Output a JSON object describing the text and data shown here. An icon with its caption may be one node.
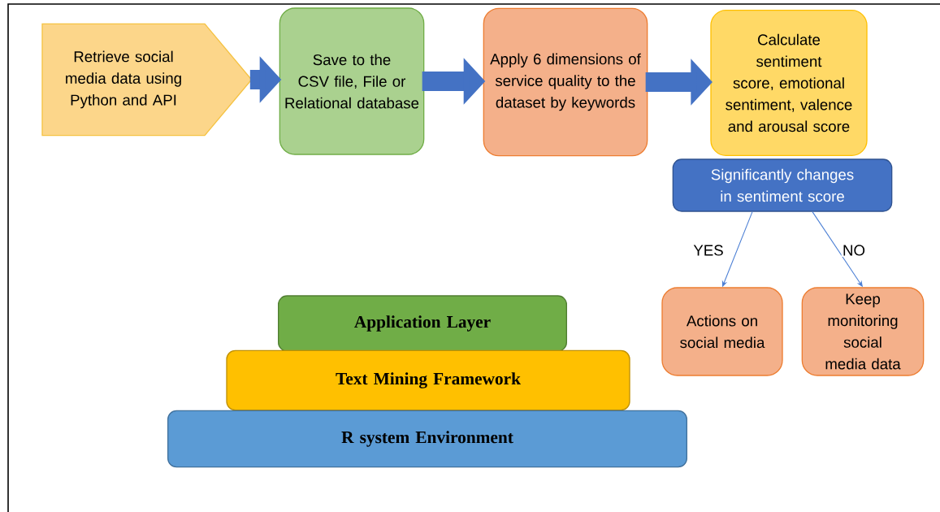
{
  "diagram": {
    "nodes": [
      {
        "text": [
          "Retrieve social media data using Python and API"
        ]
      },
      {
        "text": [
          "Save to the CSV file, File or Relational database"
        ]
      },
      {
        "text": [
          "Apply 6 dimensions of service quality to the dataset by keywords"
        ]
      },
      {
        "text": [
          "Calculate sentiment score, emotional sentiment, valence and arousal score"
        ]
      },
      {
        "text": [
          "Significantly changes in sentiment score"
        ]
      },
      {
        "text": [
          "Actions on social media"
        ]
      },
      {
        "text": [
          "Keep monitoring social media data"
        ]
      },
      {
        "text": [
          "Application Layer"
        ]
      },
      {
        "text": [
          "Text Mining Framework"
        ]
      },
      {
        "text": [
          "R system Environment"
        ]
      }
    ],
    "edges": [
      {
        "from": 0,
        "to": 1,
        "arrow": "to"
      },
      {
        "from": 1,
        "to": 2,
        "arrow": "to"
      },
      {
        "from": 2,
        "to": 3,
        "arrow": "to"
      },
      {
        "from": 4,
        "to": 5,
        "arrow": "to",
        "label": "YES"
      },
      {
        "from": 4,
        "to": 6,
        "arrow": "to",
        "label": "NO"
      }
    ]
  }
}
